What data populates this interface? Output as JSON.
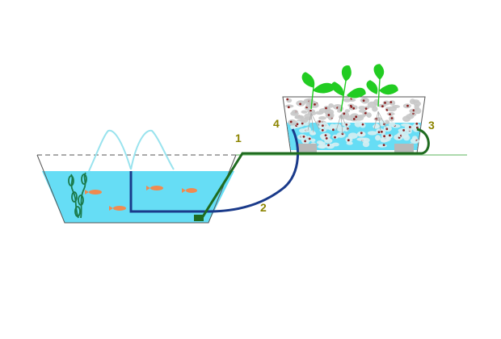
{
  "labels": {
    "n1": "1",
    "n2": "2",
    "n3": "3",
    "n4": "4"
  },
  "colors": {
    "water": "#66ddf5",
    "pond_outline": "#555555",
    "return_pipe": "#1f6b1f",
    "supply_pipe": "#1a3a8a",
    "fountain": "#99e3ee",
    "ground_line": "#7cc47c",
    "fish": "#f08a50",
    "leaf": "#22cc22",
    "gravel": "#c8c8c8",
    "gravel_dot": "#8b2020",
    "stand": "#b8b8b8",
    "label": "#8c8400"
  }
}
